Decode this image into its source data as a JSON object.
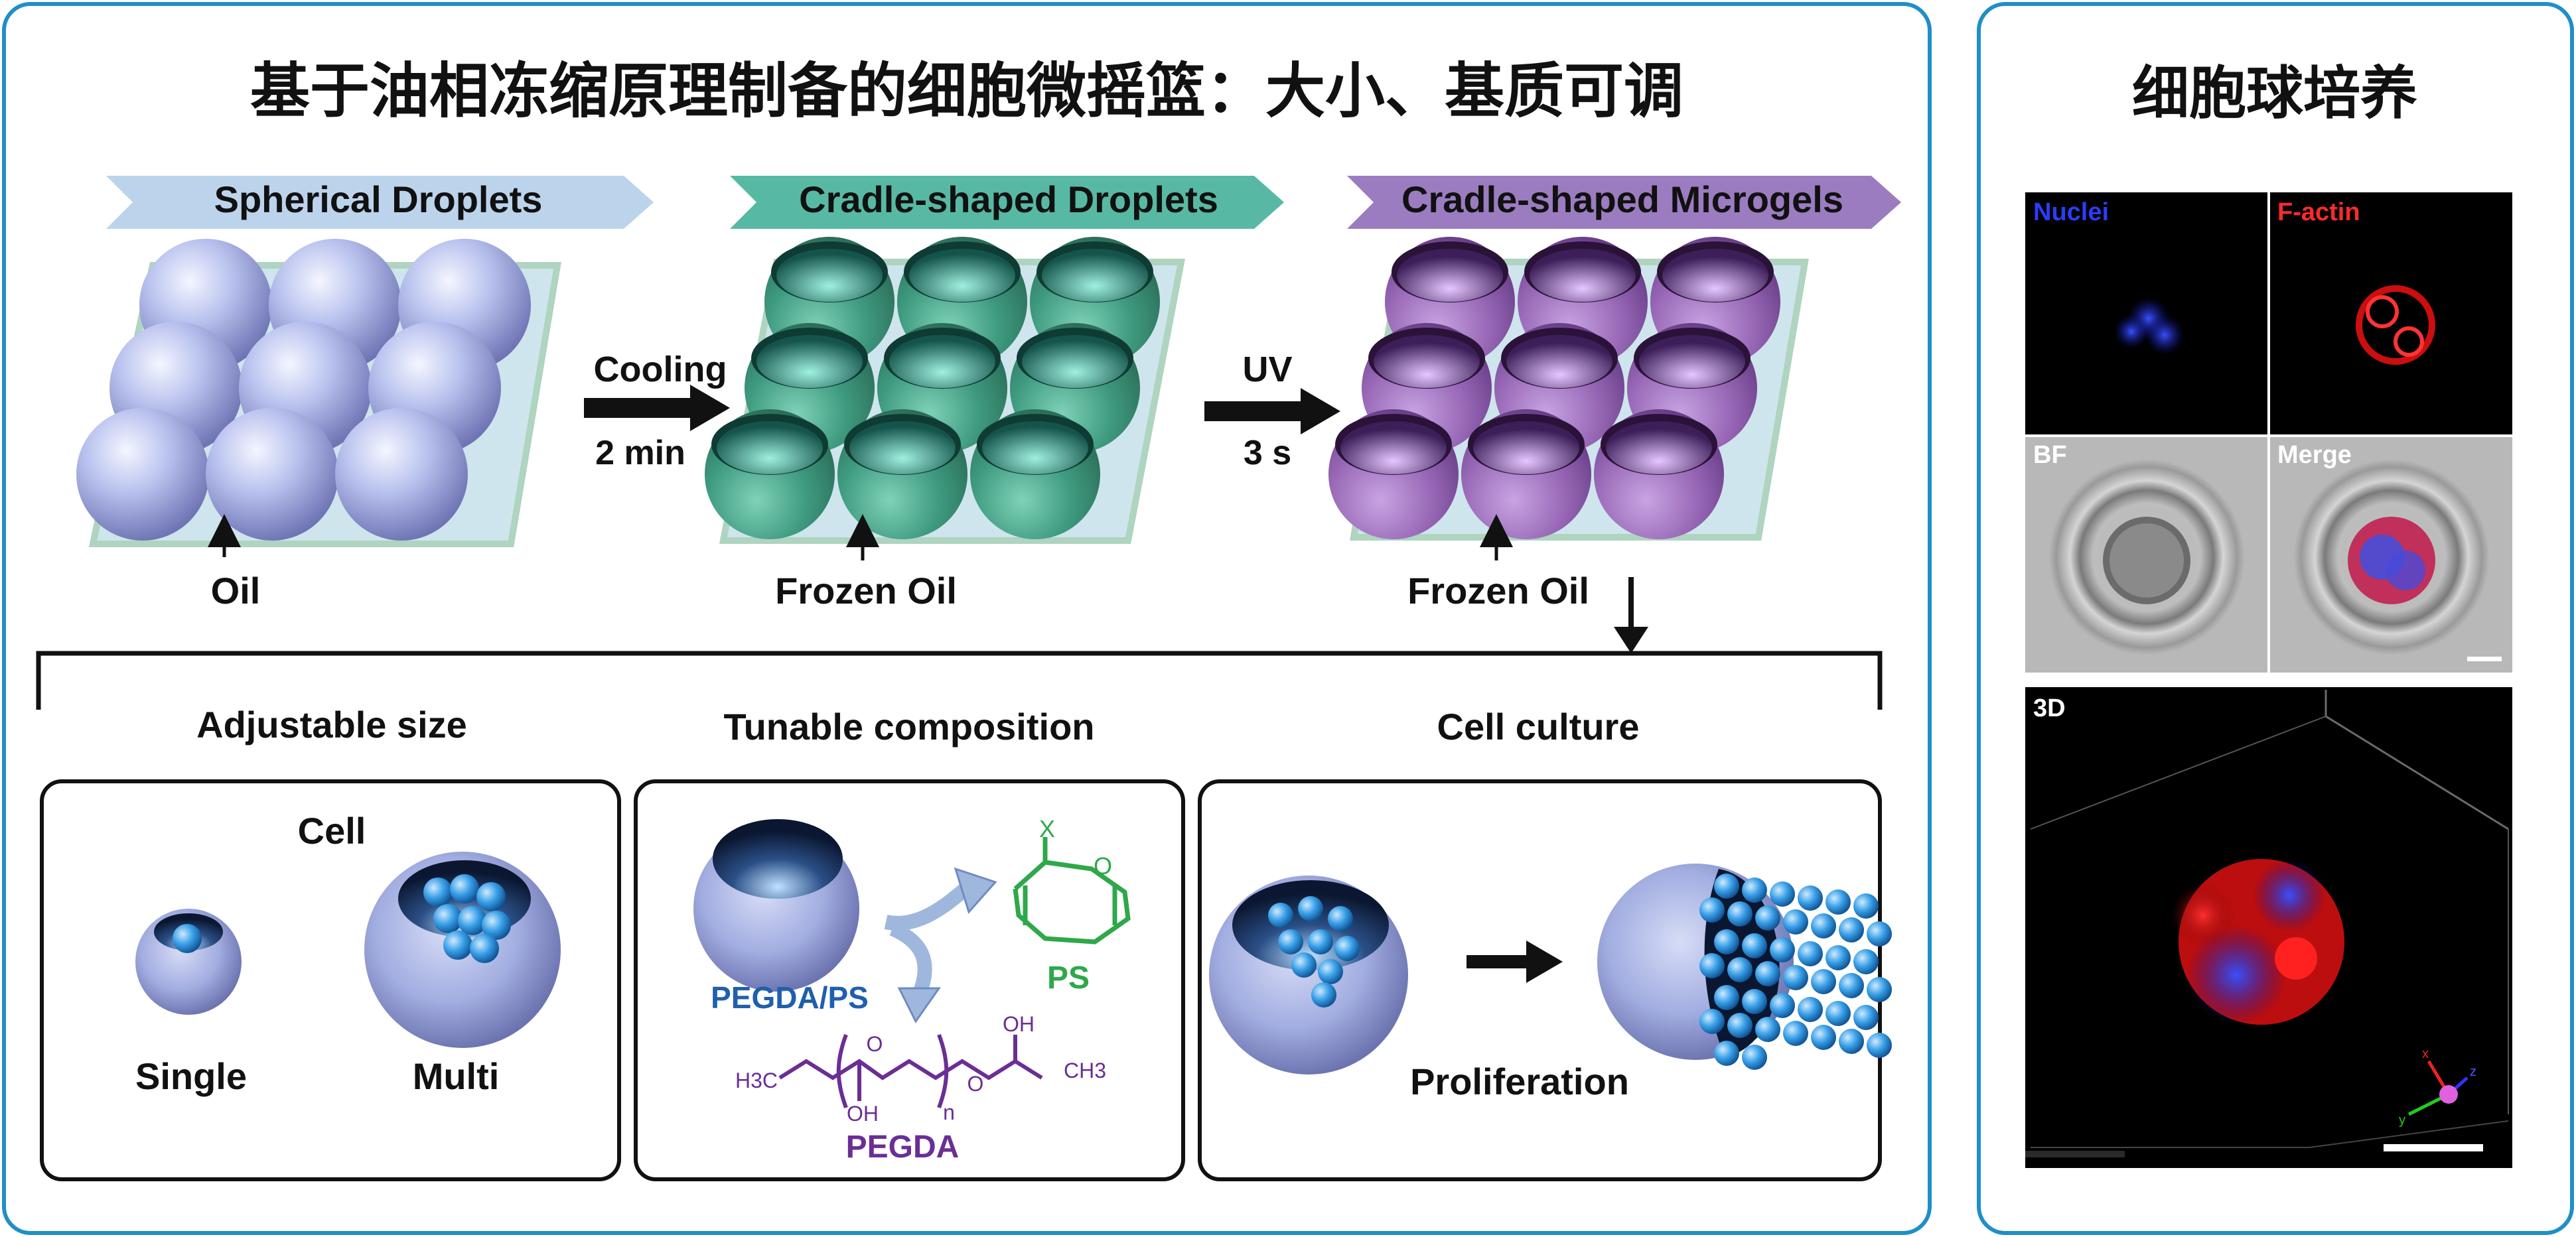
{
  "main_panel": {
    "title": "基于油相冻缩原理制备的细胞微摇篮：大小、基质可调",
    "stages": [
      {
        "label": "Spherical Droplets",
        "color": "#bcd3ec"
      },
      {
        "label": "Cradle-shaped Droplets",
        "color": "#57b9a4"
      },
      {
        "label": "Cradle-shaped Microgels",
        "color": "#9b7cc0"
      }
    ],
    "arrows": [
      {
        "top": "Cooling",
        "bottom": "2 min"
      },
      {
        "top": "UV",
        "bottom": "3 s"
      }
    ],
    "oil_labels": [
      "Oil",
      "Frozen Oil",
      "Frozen Oil"
    ],
    "sections": [
      {
        "title": "Adjustable size"
      },
      {
        "title": "Tunable composition"
      },
      {
        "title": "Cell culture"
      }
    ],
    "size_box": {
      "cell": "Cell",
      "single": "Single",
      "multi": "Multi"
    },
    "composition_box": {
      "pegda_ps": "PEGDA/PS",
      "ps": "PS",
      "pegda": "PEGDA",
      "ps_x": "X",
      "ps_o": "O",
      "h3c": "H3C",
      "ch3": "CH3",
      "oh_top": "OH",
      "oh_bottom": "OH",
      "n": "n",
      "o1": "O",
      "o2": "O"
    },
    "culture_box": {
      "proliferation": "Proliferation"
    }
  },
  "side_panel": {
    "title": "细胞球培养",
    "channels": [
      {
        "label": "Nuclei",
        "color": "#2b3cf5"
      },
      {
        "label": "F-actin",
        "color": "#ff2a2a"
      },
      {
        "label": "BF",
        "color": "#ffffff"
      },
      {
        "label": "Merge",
        "color": "#ffffff"
      }
    ],
    "view3d_label": "3D",
    "axis_labels": {
      "x": "x",
      "y": "y",
      "z": "z"
    }
  },
  "colors": {
    "frame": "#1f8fc7",
    "sphere_blue": "#a9b4e6",
    "sphere_green": "#3e9a7f",
    "sphere_purple": "#9a6ab8",
    "cell_blue": "#2d8fd6",
    "ps_green": "#2ea84a",
    "pegda_purple": "#6a2e95"
  }
}
